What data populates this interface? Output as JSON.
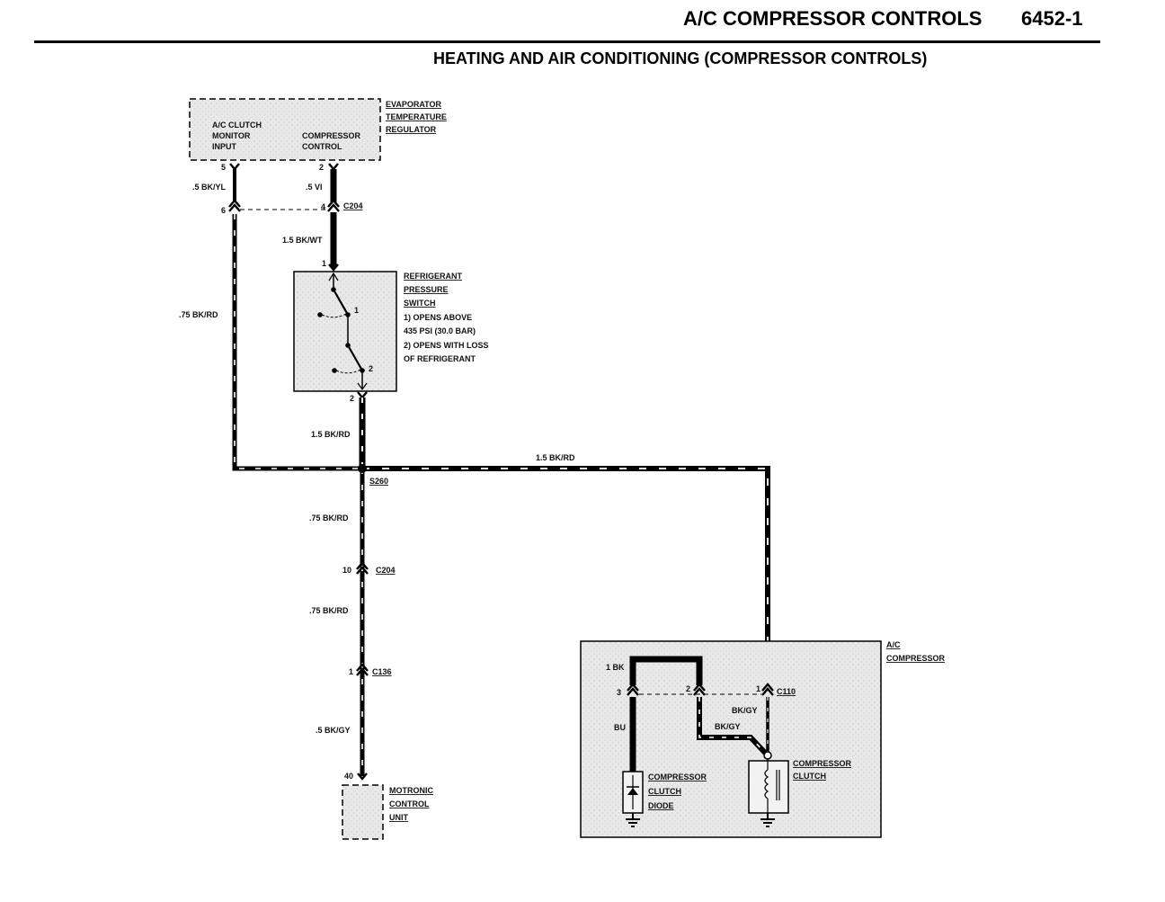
{
  "header": {
    "title": "A/C COMPRESSOR CONTROLS",
    "number": "6452-1",
    "subtitle": "HEATING AND AIR CONDITIONING (COMPRESSOR CONTROLS)"
  },
  "components": {
    "evaporator": {
      "name_lines": [
        "EVAPORATOR",
        "TEMPERATURE",
        "REGULATOR"
      ],
      "left_label_lines": [
        "A/C CLUTCH",
        "MONITOR",
        "INPUT"
      ],
      "right_label_lines": [
        "COMPRESSOR",
        "CONTROL"
      ],
      "pin_left": "5",
      "pin_right": "2"
    },
    "pressure_switch": {
      "name_lines": [
        "REFRIGERANT",
        "PRESSURE",
        "SWITCH"
      ],
      "note_lines": [
        "1) OPENS ABOVE",
        "435 PSI (30.0 BAR)",
        "2) OPENS WITH LOSS",
        "OF REFRIGERANT"
      ],
      "pin_top": "1",
      "pin_bottom": "2",
      "contact_1": "1",
      "contact_2": "2"
    },
    "motronic": {
      "name_lines": [
        "MOTRONIC",
        "CONTROL",
        "UNIT"
      ],
      "pin": "40"
    },
    "compressor": {
      "name_lines": [
        "A/C",
        "COMPRESSOR"
      ],
      "diode_lines": [
        "COMPRESSOR",
        "CLUTCH",
        "DIODE"
      ],
      "clutch_lines": [
        "COMPRESSOR",
        "CLUTCH"
      ]
    }
  },
  "connectors": {
    "c204_upper": {
      "name": "C204",
      "pin_left": "6",
      "pin_right": "4"
    },
    "c204_lower": {
      "name": "C204",
      "pin": "10"
    },
    "c136": {
      "name": "C136",
      "pin": "1"
    },
    "c110": {
      "name": "C110",
      "pin_left": "3",
      "pin_mid": "2",
      "pin_right": "1"
    },
    "splice": "S260"
  },
  "wires": {
    "w_bkyl": ".5 BK/YL",
    "w_vi": ".5 VI",
    "w_bkwt": "1.5 BK/WT",
    "w_bkrd_left": ".75 BK/RD",
    "w_bkrd_switch": "1.5 BK/RD",
    "w_bkrd_horizontal": "1.5 BK/RD",
    "w_bkrd_s260": ".75 BK/RD",
    "w_bkrd_c204": ".75 BK/RD",
    "w_bkgy_motronic": ".5 BK/GY",
    "w_1bk": "1 BK",
    "w_bu": "BU",
    "w_bkgy_c110": "BK/GY",
    "w_bkgy_inner": "BK/GY"
  }
}
